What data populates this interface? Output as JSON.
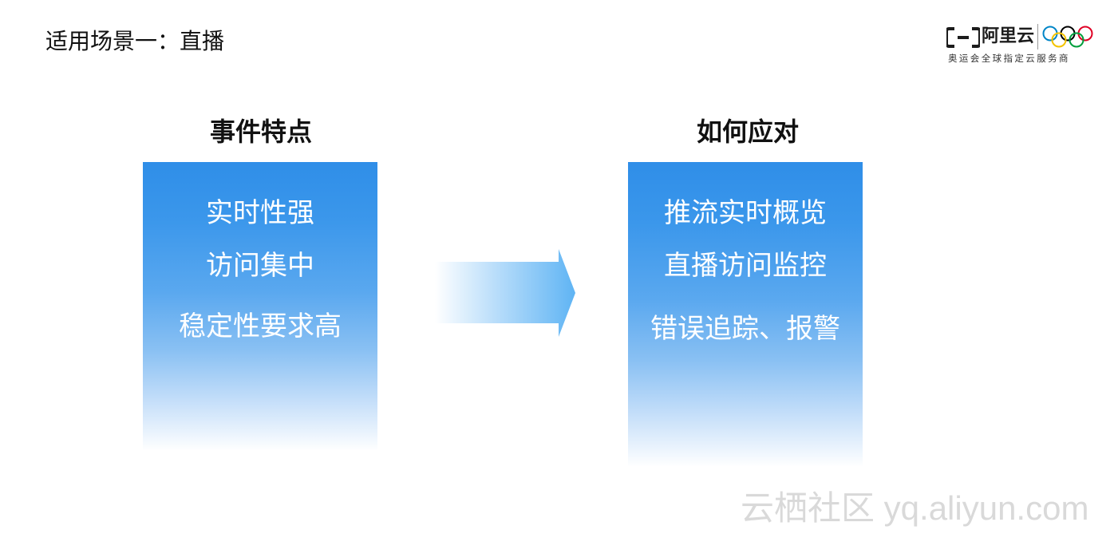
{
  "slide": {
    "title": "适用场景一：直播"
  },
  "logo": {
    "brand": "阿里云",
    "tagline": "奥运会全球指定云服务商",
    "icon": "aliyun-logo-icon",
    "rings_icon": "olympic-rings-icon"
  },
  "left_column": {
    "heading": "事件特点",
    "items": [
      "实时性强",
      "访问集中",
      "稳定性要求高"
    ]
  },
  "right_column": {
    "heading": "如何应对",
    "items": [
      "推流实时概览",
      "直播访问监控",
      "错误追踪、报警"
    ]
  },
  "arrow": {
    "icon": "arrow-right-icon"
  },
  "watermark": {
    "text": "云栖社区 yq.aliyun.com"
  },
  "colors": {
    "card_blue": "#2f8ee8",
    "arrow_blue": "#5fb4f4"
  }
}
